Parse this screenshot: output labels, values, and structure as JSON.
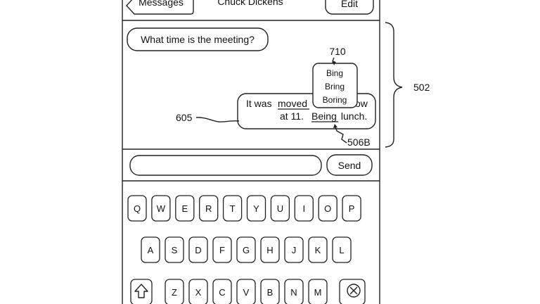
{
  "header": {
    "back_label": "Messages",
    "title": "Chuck Dickens",
    "edit_label": "Edit"
  },
  "conversation": {
    "incoming_message": "What time is the meeting?",
    "outgoing_message": {
      "segments": [
        {
          "text": "It was ",
          "underline": false
        },
        {
          "text": "moved",
          "underline": true
        },
        {
          "text": " ",
          "underline": false
        },
        {
          "text": "ow",
          "underline": false
        },
        {
          "text": "at 11. ",
          "underline": false
        },
        {
          "text": "Being",
          "underline": true
        },
        {
          "text": " lunch.",
          "underline": false
        }
      ]
    },
    "suggestions": [
      "Bing",
      "Bring",
      "Boring"
    ]
  },
  "composer": {
    "input_value": "",
    "send_label": "Send"
  },
  "keyboard": {
    "row1": [
      "Q",
      "W",
      "E",
      "R",
      "T",
      "Y",
      "U",
      "I",
      "O",
      "P"
    ],
    "row2": [
      "A",
      "S",
      "D",
      "F",
      "G",
      "H",
      "J",
      "K",
      "L"
    ],
    "row3": [
      "Z",
      "X",
      "C",
      "V",
      "B",
      "N",
      "M"
    ],
    "shift_icon": "shift-arrow-icon",
    "delete_icon": "delete-x-icon"
  },
  "reference_labels": {
    "suggestion_list": "710",
    "message_bubble": "605",
    "underlined_word": "506B",
    "conversation_area": "502"
  }
}
